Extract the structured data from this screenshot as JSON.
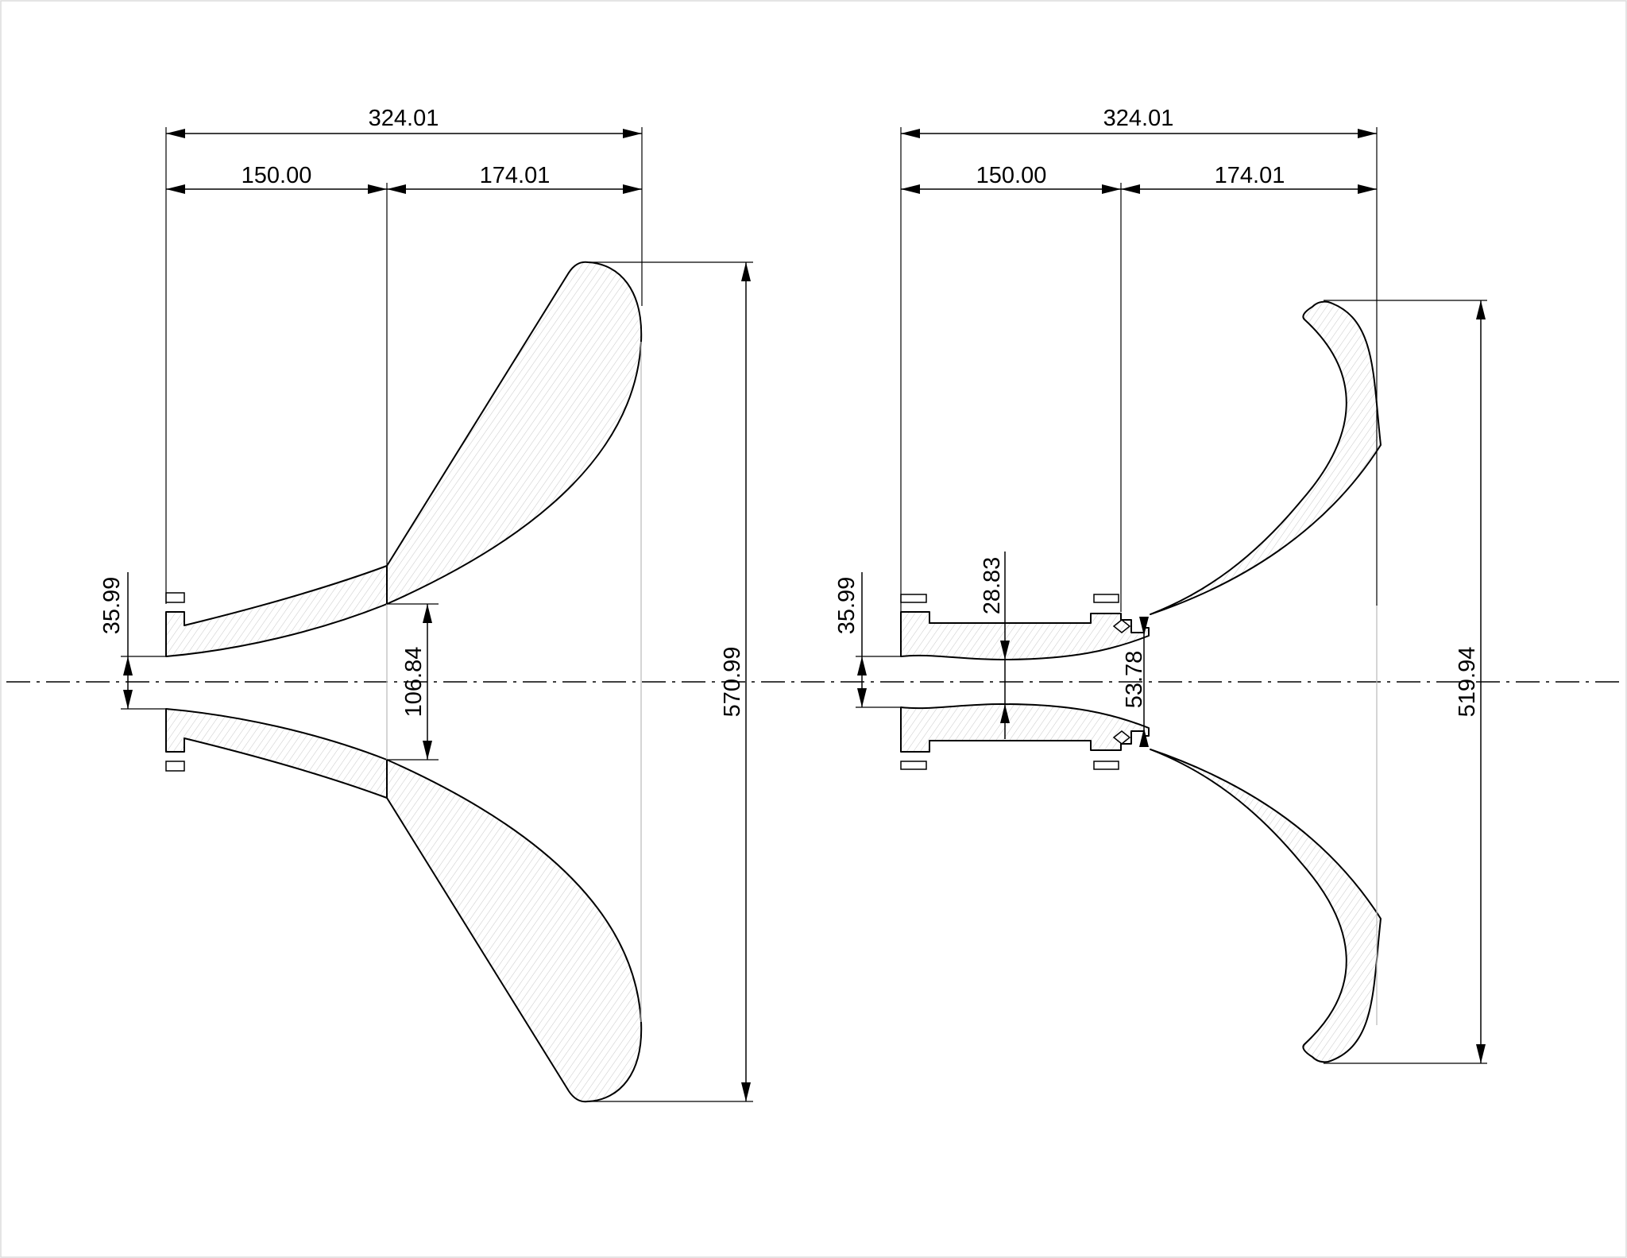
{
  "drawing": {
    "left_view": {
      "dimensions": {
        "total_width": "324.01",
        "inner_width": "150.00",
        "outer_width": "174.01",
        "throat_opening": "35.99",
        "mid_opening": "106.84",
        "total_height": "570.99"
      }
    },
    "right_view": {
      "dimensions": {
        "total_width": "324.01",
        "inner_width": "150.00",
        "outer_width": "174.01",
        "throat_opening": "35.99",
        "bore_opening": "28.83",
        "joint_opening": "53.78",
        "total_height": "519.94"
      }
    }
  }
}
